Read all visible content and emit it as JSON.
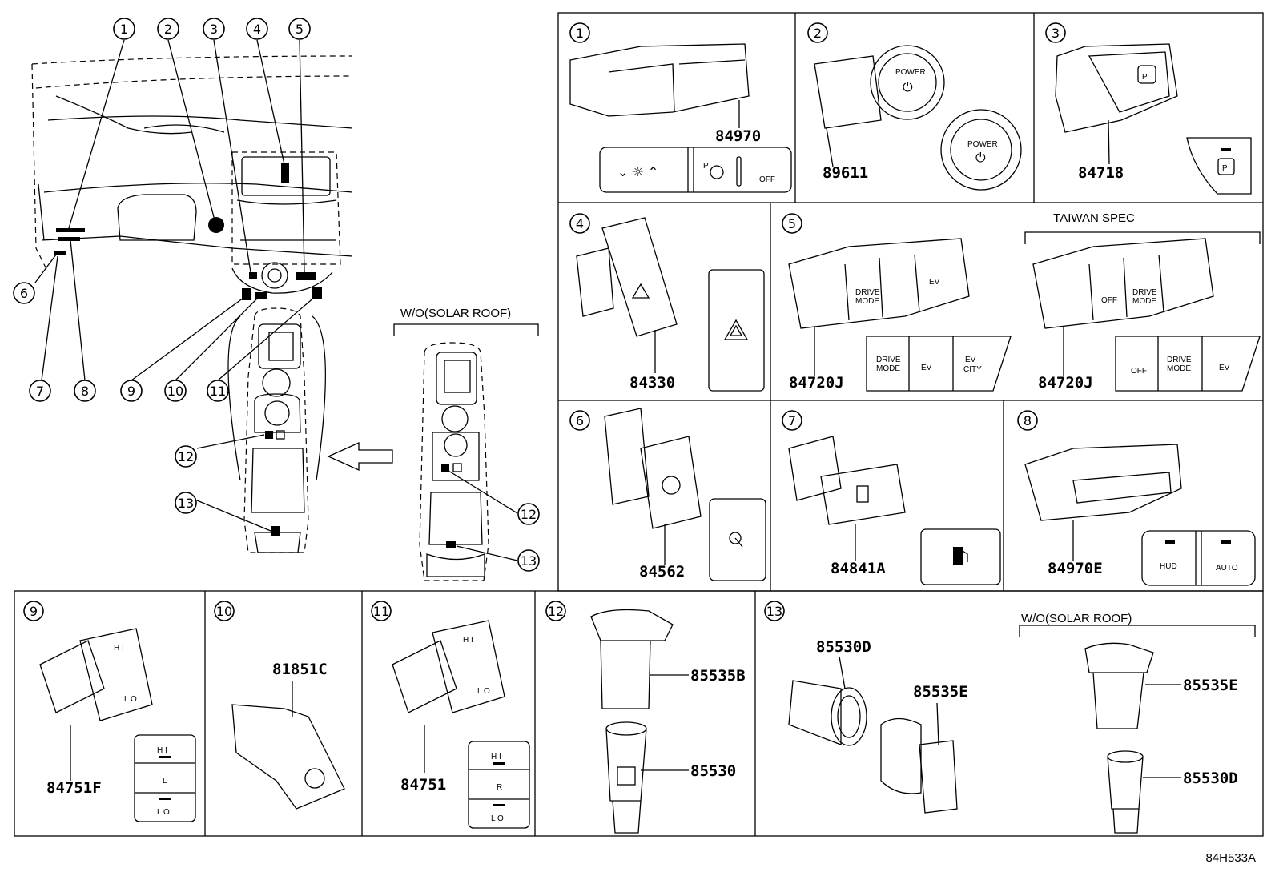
{
  "diagram_code": "84H533A",
  "variants": {
    "wo_solar_roof": "W/O(SOLAR ROOF)",
    "taiwan_spec": "TAIWAN SPEC"
  },
  "overview_callouts": [
    "1",
    "2",
    "3",
    "4",
    "5",
    "6",
    "7",
    "8",
    "9",
    "10",
    "11",
    "12",
    "13"
  ],
  "inset_callouts": [
    "12",
    "13"
  ],
  "panels": [
    {
      "num": "1",
      "parts": [
        "84970"
      ]
    },
    {
      "num": "2",
      "parts": [
        "89611"
      ]
    },
    {
      "num": "3",
      "parts": [
        "84718"
      ]
    },
    {
      "num": "4",
      "parts": [
        "84330"
      ]
    },
    {
      "num": "5",
      "parts": [
        "84720J",
        "84720J"
      ]
    },
    {
      "num": "6",
      "parts": [
        "84562"
      ]
    },
    {
      "num": "7",
      "parts": [
        "84841A"
      ]
    },
    {
      "num": "8",
      "parts": [
        "84970E"
      ]
    },
    {
      "num": "9",
      "parts": [
        "84751F"
      ]
    },
    {
      "num": "10",
      "parts": [
        "81851C"
      ]
    },
    {
      "num": "11",
      "parts": [
        "84751"
      ]
    },
    {
      "num": "12",
      "parts": [
        "85535B",
        "85530"
      ]
    },
    {
      "num": "13",
      "parts": [
        "85530D",
        "85535E",
        "85535E",
        "85530D"
      ]
    }
  ],
  "switch_text": {
    "power": "POWER",
    "park": "P",
    "off": "OFF",
    "drive_mode_1": "DRIVE",
    "drive_mode_2": "MODE",
    "ev": "EV",
    "city": "CITY",
    "hud": "HUD",
    "auto": "AUTO",
    "hi": "H I",
    "lo": "L O",
    "seat_l": "L",
    "seat_r": "R"
  }
}
